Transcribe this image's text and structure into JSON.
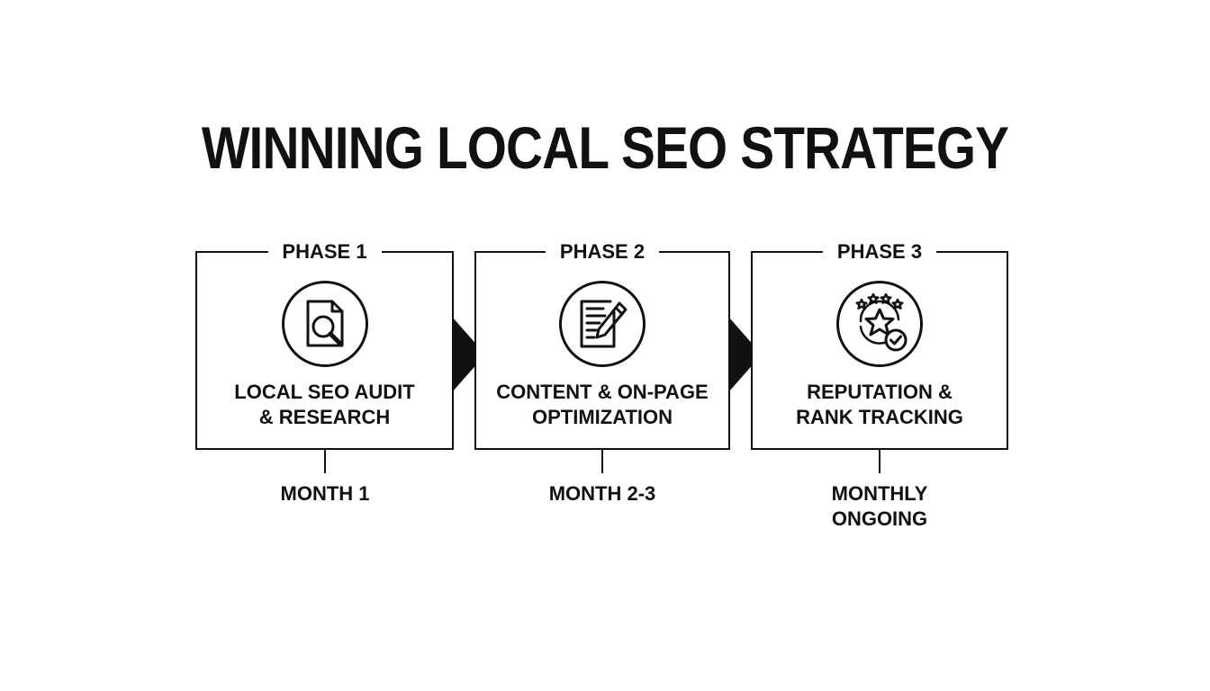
{
  "title": "WINNING LOCAL SEO STRATEGY",
  "phases": [
    {
      "label": "PHASE 1",
      "name_lines": [
        "LOCAL SEO AUDIT",
        "& RESEARCH"
      ],
      "duration_lines": [
        "MONTH 1"
      ],
      "icon": "document-search-icon"
    },
    {
      "label": "PHASE 2",
      "name_lines": [
        "CONTENT & ON-PAGE",
        "OPTIMIZATION"
      ],
      "duration_lines": [
        "MONTH 2-3"
      ],
      "icon": "document-edit-icon"
    },
    {
      "label": "PHASE 3",
      "name_lines": [
        "REPUTATION &",
        "RANK TRACKING"
      ],
      "duration_lines": [
        "MONTHLY",
        "ONGOING"
      ],
      "icon": "star-rating-check-icon"
    }
  ],
  "colors": {
    "ink": "#111111",
    "background": "#ffffff"
  }
}
